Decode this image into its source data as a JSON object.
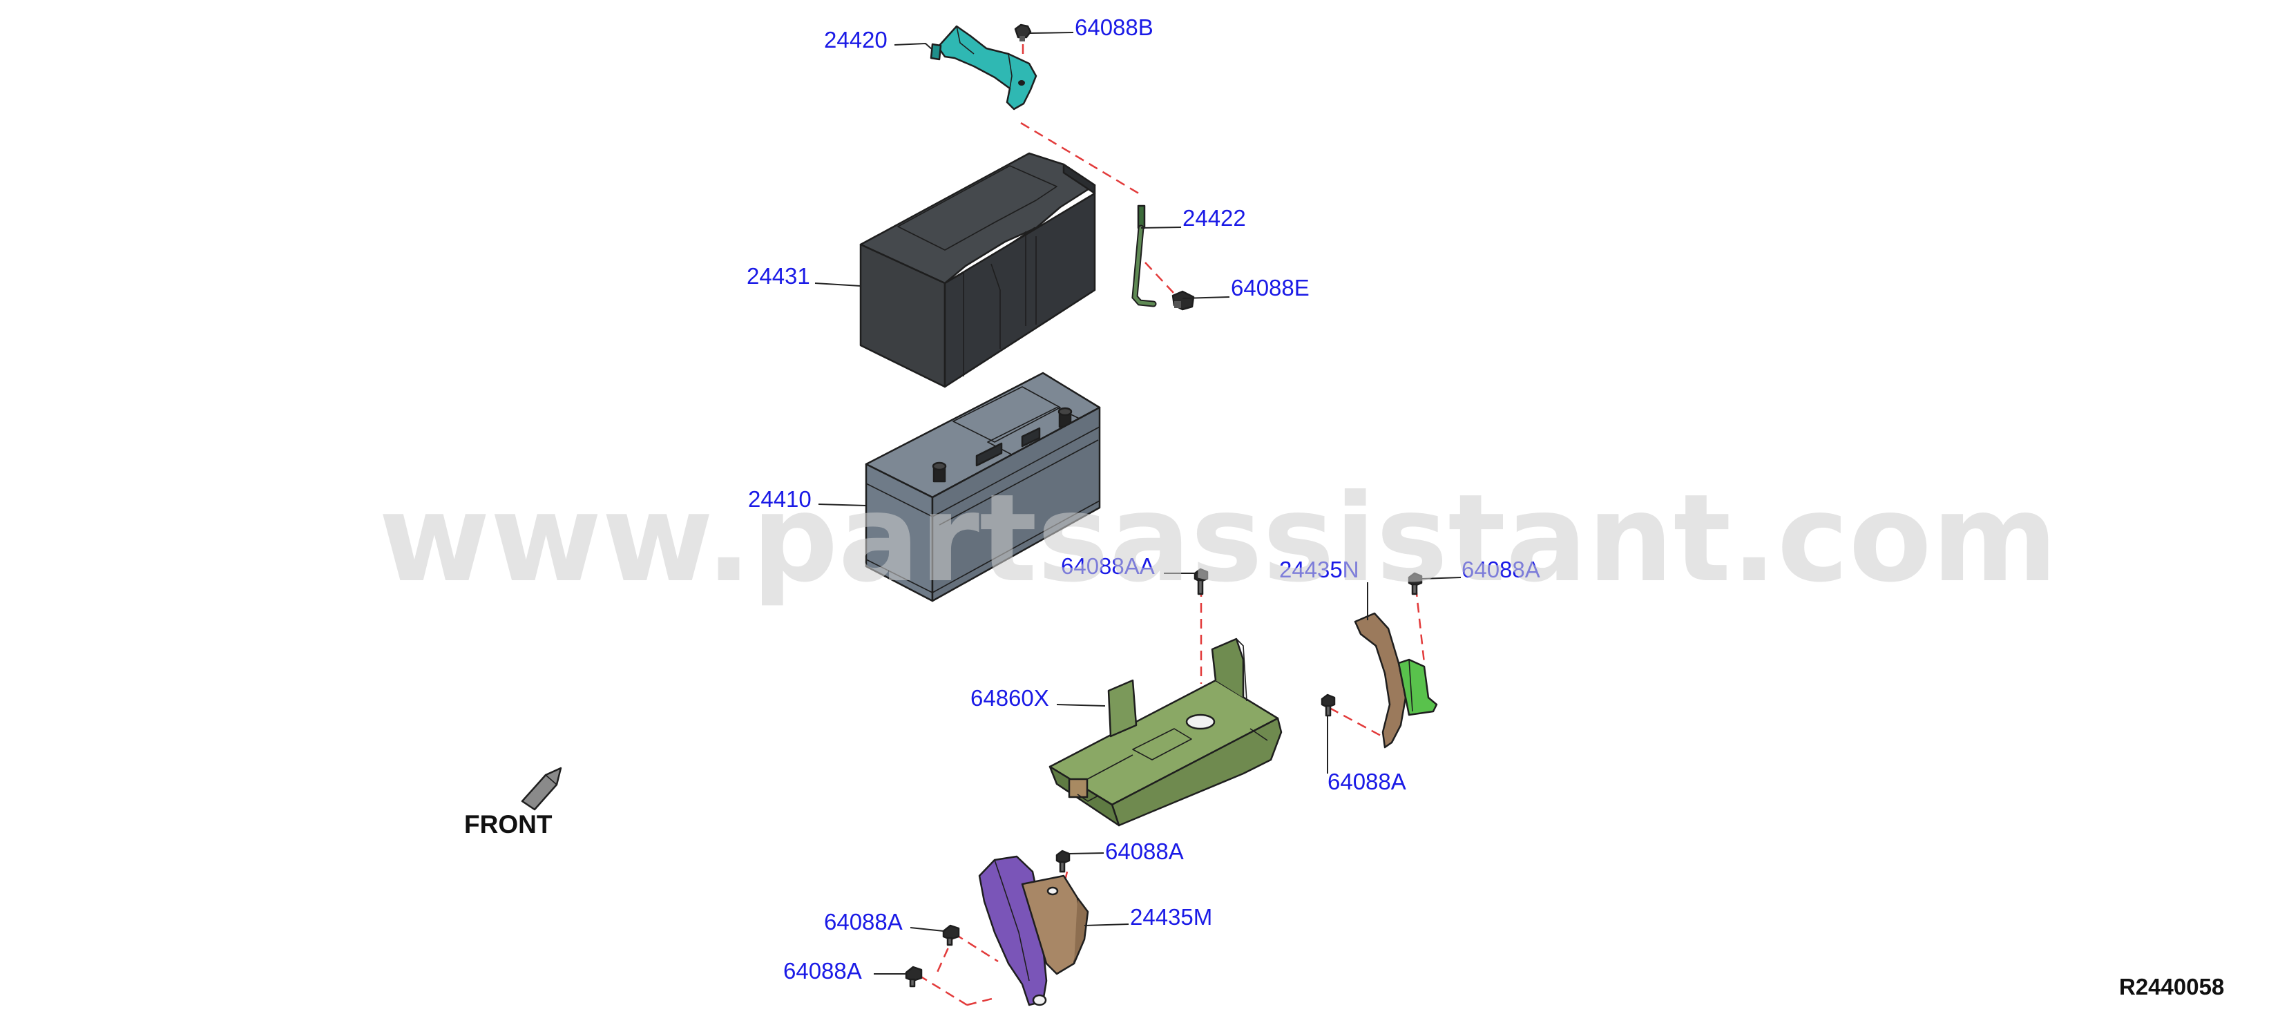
{
  "diagram": {
    "watermark": "www.partsassistant.com",
    "front_label": "FRONT",
    "reference": "R2440058",
    "callouts": {
      "c24420": "24420",
      "c64088B": "64088B",
      "c24422": "24422",
      "c64088E": "64088E",
      "c24431": "24431",
      "c24410": "24410",
      "c64088AA": "64088AA",
      "c24435N": "24435N",
      "c64088A_top": "64088A",
      "c64860X": "64860X",
      "c64088A_right": "64088A",
      "c64088A_lowertop": "64088A",
      "c24435M": "24435M",
      "c64088A_left1": "64088A",
      "c64088A_left2": "64088A"
    },
    "colors": {
      "callout_text": "#1a1ae6",
      "assembly_lines": "#e23a3a",
      "bracket_24420": "#2fb8b3",
      "battery_cover": "#3c3f42",
      "battery_body": "#6f7b88",
      "tray_64860X": "#7d9a5c",
      "bracket_24435N": "#9b7a5c",
      "bracket_24435M": "#7a55b8",
      "rod_24422": "#5f8a54"
    }
  }
}
